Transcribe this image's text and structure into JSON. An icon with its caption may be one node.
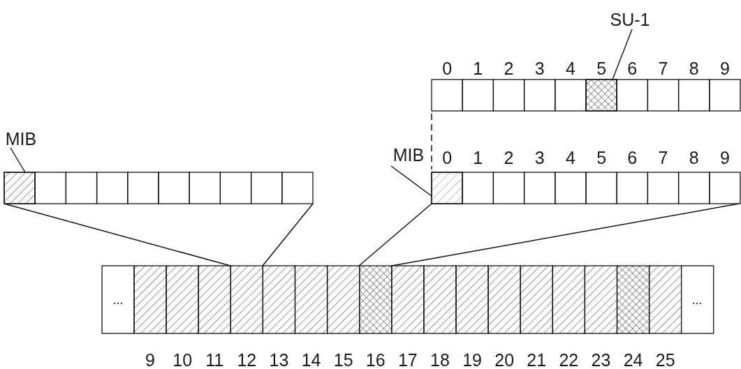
{
  "diagram": {
    "nodes": [
      {
        "text": [
          "MIB"
        ]
      },
      {
        "text": [],
        "shape": "box"
      },
      {
        "text": [
          "MIB"
        ]
      },
      {
        "text": [],
        "shape": "box"
      },
      {
        "text": [
          "SU-1"
        ]
      },
      {
        "text": [],
        "shape": "box"
      }
    ],
    "edges": [
      {
        "from": 0,
        "to": 1,
        "arrow": "none"
      },
      {
        "from": 2,
        "to": 3,
        "arrow": "none"
      },
      {
        "from": 4,
        "to": 5,
        "arrow": "none"
      }
    ],
    "labels": [
      "0",
      "1",
      "2",
      "3",
      "4",
      "5",
      "6",
      "7",
      "8",
      "9",
      "0",
      "1",
      "2",
      "3",
      "4",
      "5",
      "6",
      "7",
      "8",
      "9",
      "...",
      "...",
      "9",
      "10",
      "11",
      "12",
      "13",
      "14",
      "15",
      "16",
      "17",
      "18",
      "19",
      "20",
      "21",
      "22",
      "23",
      "24",
      "25"
    ]
  }
}
